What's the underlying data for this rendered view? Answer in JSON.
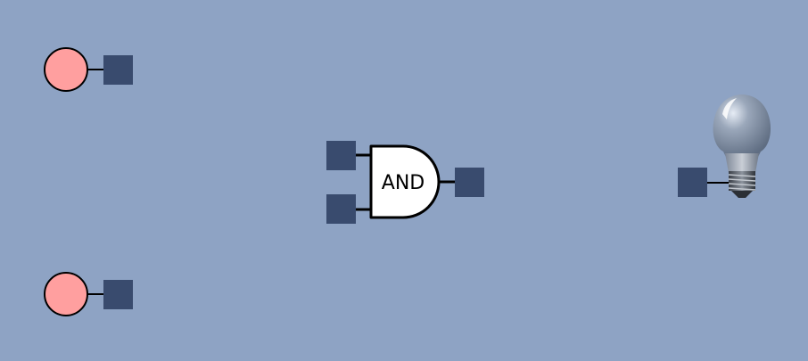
{
  "canvas": {
    "background_color": "#8ea3c4",
    "port_color": "#394b6e",
    "switch_color_off": "#ff9f9f",
    "wire_color": "#000000"
  },
  "inputs": [
    {
      "id": "input-a",
      "state": "off"
    },
    {
      "id": "input-b",
      "state": "off"
    }
  ],
  "gate": {
    "type": "AND",
    "label": "AND"
  },
  "output": {
    "type": "light-bulb",
    "icon": "light-bulb-icon",
    "state": "off"
  }
}
